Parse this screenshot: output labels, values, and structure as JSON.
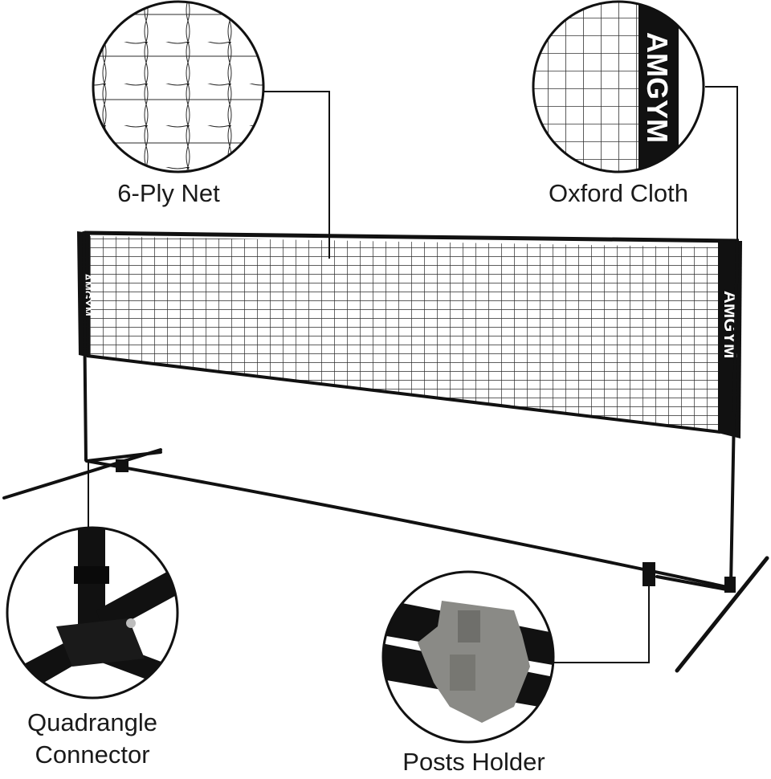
{
  "callouts": {
    "net": {
      "label": "6-Ply Net"
    },
    "oxford": {
      "label": "Oxford Cloth"
    },
    "quadrangle": {
      "line1": "Quadrangle",
      "line2": "Connector"
    },
    "posts": {
      "label": "Posts Holder"
    }
  },
  "brand": {
    "wordmark": "AMGYM"
  },
  "colors": {
    "frame": "#111111",
    "net": "#222222",
    "holder": "#8a8a86",
    "background": "#ffffff"
  }
}
